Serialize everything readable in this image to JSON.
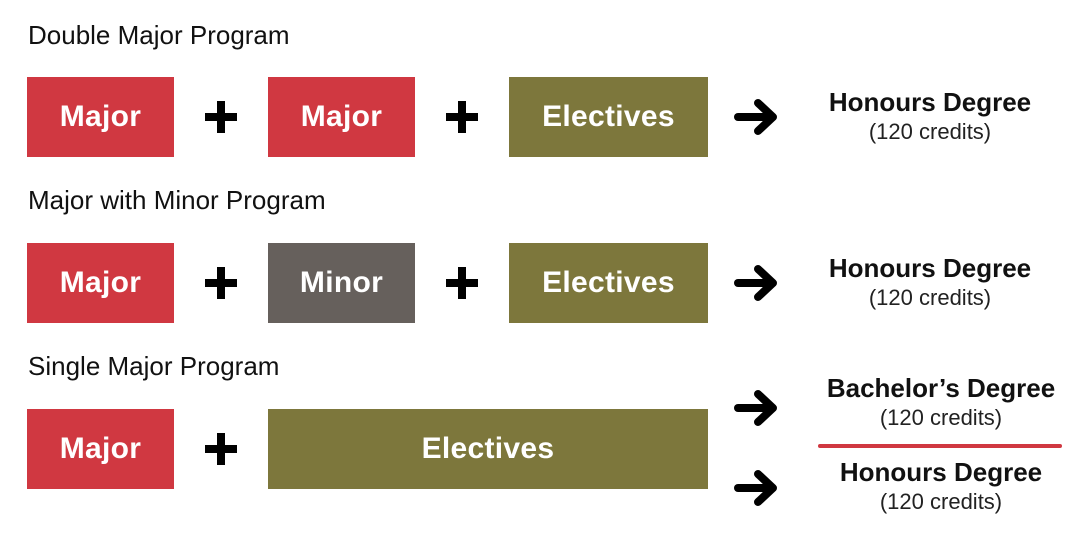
{
  "colors": {
    "major": "#d03841",
    "minor": "#66605c",
    "electives": "#7d773c",
    "divider": "#d03841"
  },
  "programs": [
    {
      "title": "Double Major Program",
      "blocks": [
        "Major",
        "Major",
        "Electives"
      ],
      "outcomes": [
        {
          "degree": "Honours Degree",
          "credits": "(120 credits)"
        }
      ]
    },
    {
      "title": "Major with Minor Program",
      "blocks": [
        "Major",
        "Minor",
        "Electives"
      ],
      "outcomes": [
        {
          "degree": "Honours Degree",
          "credits": "(120 credits)"
        }
      ]
    },
    {
      "title": "Single Major Program",
      "blocks": [
        "Major",
        "Electives"
      ],
      "outcomes": [
        {
          "degree": "Bachelor’s Degree",
          "credits": "(120 credits)"
        },
        {
          "degree": "Honours Degree",
          "credits": "(120 credits)"
        }
      ]
    }
  ]
}
